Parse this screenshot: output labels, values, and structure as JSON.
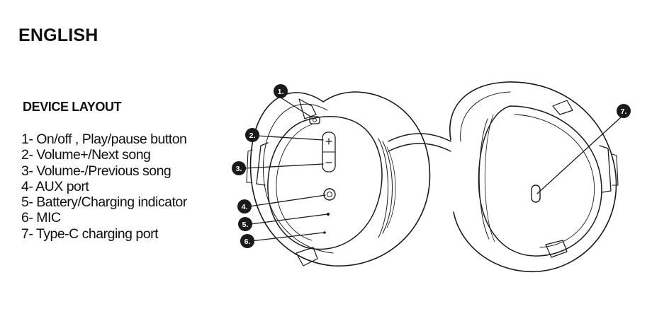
{
  "language_heading": "ENGLISH",
  "section_heading": "DEVICE LAYOUT",
  "features": [
    "1- On/off , Play/pause button",
    "2- Volume+/Next song",
    "3- Volume-/Previous song",
    "4- AUX port",
    "5- Battery/Charging indicator",
    "6- MIC",
    "7- Type-C charging port"
  ],
  "callouts": [
    "1.",
    "2.",
    "3.",
    "4.",
    "5.",
    "6.",
    "7."
  ],
  "colors": {
    "ink": "#111111",
    "badge": "#1a1a1a",
    "background": "#ffffff"
  }
}
